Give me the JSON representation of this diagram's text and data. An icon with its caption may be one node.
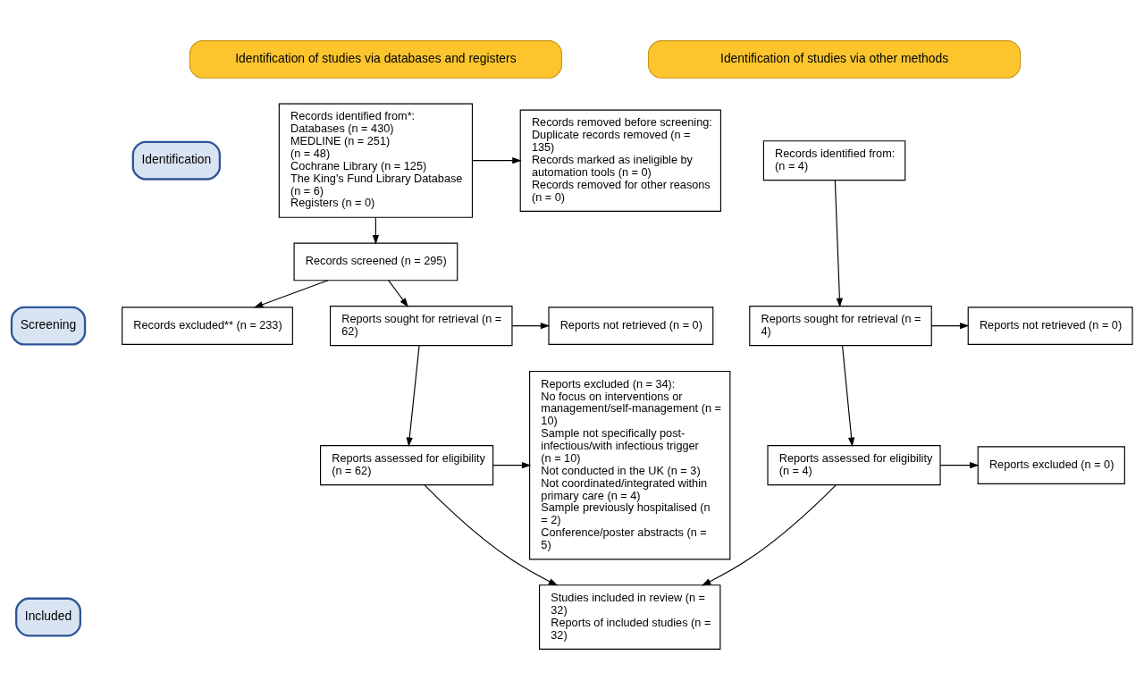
{
  "diagram": {
    "nodes": [
      {
        "text": [
          "Identification of studies via databases and registers"
        ]
      },
      {
        "text": [
          "Identification of studies via other methods"
        ]
      },
      {
        "text": [
          "Identification"
        ]
      },
      {
        "text": [
          "Screening"
        ]
      },
      {
        "text": [
          "Included"
        ]
      },
      {
        "text": [
          "Records identified from*:",
          "Databases (n = 430)",
          "MEDLINE (n = 251)",
          "(n = 48)",
          "Cochrane Library (n = 125)",
          "The King's Fund Library Database (n = 6)",
          "Registers (n = 0)"
        ]
      },
      {
        "text": [
          "Records removed before screening:",
          "Duplicate records removed (n = 135)",
          "Records marked as ineligible by automation tools (n = 0)",
          "Records removed for other reasons (n = 0)"
        ]
      },
      {
        "text": [
          "Records screened (n = 295)"
        ]
      },
      {
        "text": [
          "Records excluded** (n = 233)"
        ]
      },
      {
        "text": [
          "Reports sought for retrieval (n = 62)"
        ]
      },
      {
        "text": [
          "Reports not retrieved (n = 0)"
        ]
      },
      {
        "text": [
          "Reports assessed for eligibility (n = 62)"
        ]
      },
      {
        "text": [
          "Reports excluded (n = 34):",
          "No focus on interventions or management/self-management (n = 10)",
          "Sample not specifically post-infectious/with infectious trigger (n = 10)",
          "Not conducted in the UK (n = 3)",
          "Not coordinated/integrated within primary care (n = 4)",
          "Sample previously hospitalised (n = 2)",
          "Conference/poster abstracts (n = 5)"
        ]
      },
      {
        "text": [
          "Studies included in review (n = 32)",
          "Reports of included studies (n = 32)"
        ]
      },
      {
        "text": [
          "Records identified from:",
          "(n = 4)"
        ]
      },
      {
        "text": [
          "Reports sought for retrieval (n = 4)"
        ]
      },
      {
        "text": [
          "Reports not retrieved (n = 0)"
        ]
      },
      {
        "text": [
          "Reports assessed for eligibility (n = 4)"
        ]
      },
      {
        "text": [
          "Reports excluded (n = 0)"
        ]
      }
    ],
    "edges": [
      {
        "from": 5,
        "to": 6,
        "arrow": "to"
      },
      {
        "from": 5,
        "to": 7,
        "arrow": "to"
      },
      {
        "from": 7,
        "to": 8,
        "arrow": "to"
      },
      {
        "from": 7,
        "to": 9,
        "arrow": "to"
      },
      {
        "from": 9,
        "to": 10,
        "arrow": "to"
      },
      {
        "from": 9,
        "to": 11,
        "arrow": "to"
      },
      {
        "from": 11,
        "to": 12,
        "arrow": "to"
      },
      {
        "from": 11,
        "to": 13,
        "arrow": "to"
      },
      {
        "from": 14,
        "to": 15,
        "arrow": "to"
      },
      {
        "from": 15,
        "to": 16,
        "arrow": "to"
      },
      {
        "from": 15,
        "to": 17,
        "arrow": "to"
      },
      {
        "from": 17,
        "to": 18,
        "arrow": "to"
      },
      {
        "from": 17,
        "to": 13,
        "arrow": "to"
      }
    ]
  }
}
